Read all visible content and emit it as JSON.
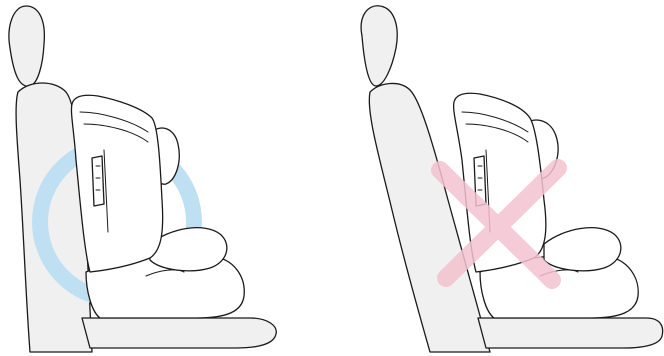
{
  "panels": [
    {
      "id": "correct",
      "marker": "circle",
      "meaning": "correct-installation"
    },
    {
      "id": "incorrect",
      "marker": "cross",
      "meaning": "incorrect-installation"
    }
  ],
  "colors": {
    "ok_marker": "#bfe0f3",
    "bad_marker": "#f3c3cf",
    "vehicle_seat_fill": "#f0f0f0",
    "outline": "#1a1a1a"
  }
}
